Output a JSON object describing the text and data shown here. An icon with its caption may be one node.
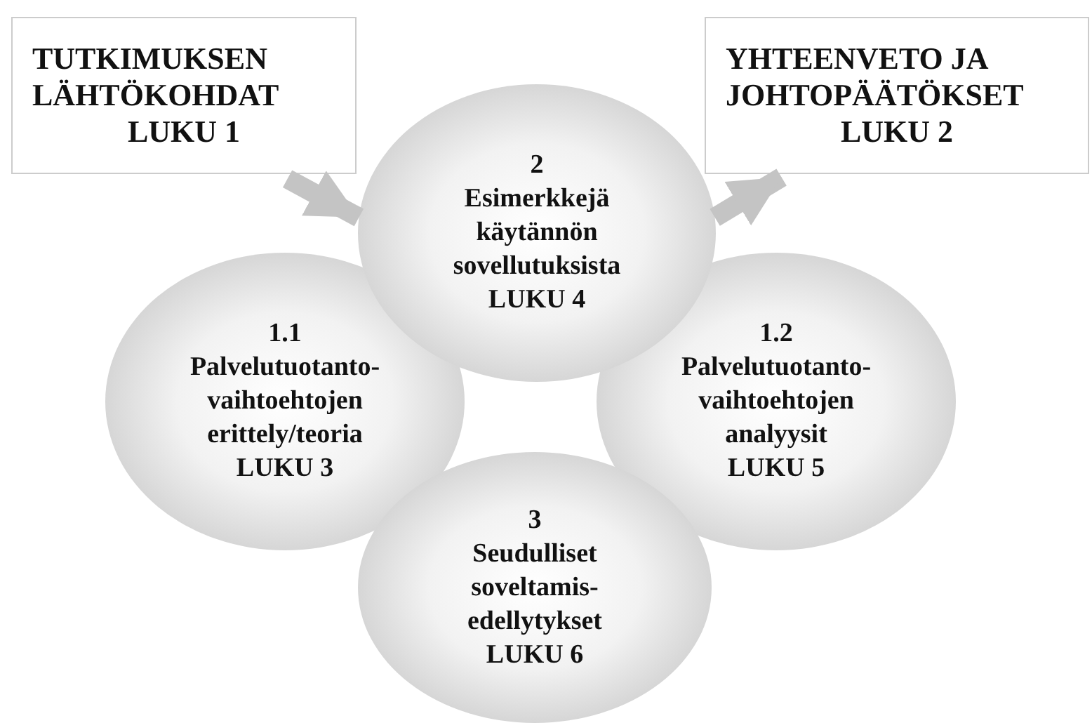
{
  "diagram": {
    "nodes": [
      {
        "text": [
          "TUTKIMUKSEN LÄHTÖKOHDAT",
          "LUKU 1"
        ]
      },
      {
        "text": [
          "YHTEENVETO JA JOHTOPÄÄTÖKSET",
          "LUKU 2"
        ]
      },
      {
        "text": [
          "2",
          "Esimerkkejä käytännön sovellutuksista",
          "LUKU 4"
        ]
      },
      {
        "text": [
          "1.1",
          "Palvelutuotanto-vaihtoehtojen erittely/teoria",
          "LUKU 3"
        ]
      },
      {
        "text": [
          "1.2",
          "Palvelutuotanto-vaihtoehtojen analyysit",
          "LUKU 5"
        ]
      },
      {
        "text": [
          "3",
          "Seudulliset soveltamis-edellytykset",
          "LUKU 6"
        ]
      }
    ],
    "edges": [
      {
        "from": 0,
        "to": 2,
        "arrow": "to"
      },
      {
        "from": 2,
        "to": 1,
        "arrow": "to"
      }
    ]
  }
}
